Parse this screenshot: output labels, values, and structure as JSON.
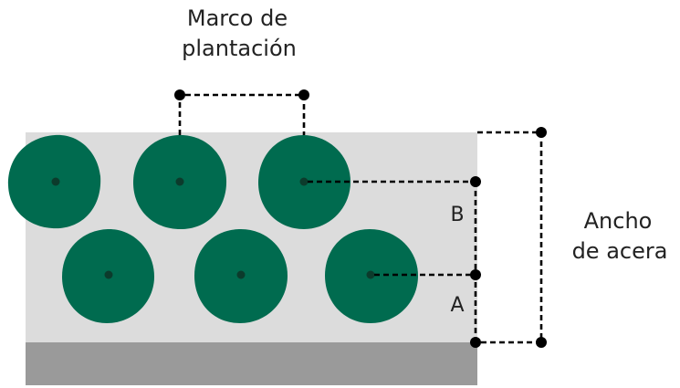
{
  "labels": {
    "spacing_line1": "Marco de",
    "spacing_line2": "plantación",
    "width_line1": "Ancho",
    "width_line2": "de acera",
    "segment_b": "B",
    "segment_a": "A"
  },
  "colors": {
    "sidewalk": "#dcdcdc",
    "curb": "#9a9a9a",
    "tree_canopy": "#006b4f",
    "tree_center": "#0c3b2c",
    "dimension_line": "#000000",
    "text": "#222222"
  },
  "trees": {
    "top_row_count": 3,
    "bottom_row_count": 3
  }
}
